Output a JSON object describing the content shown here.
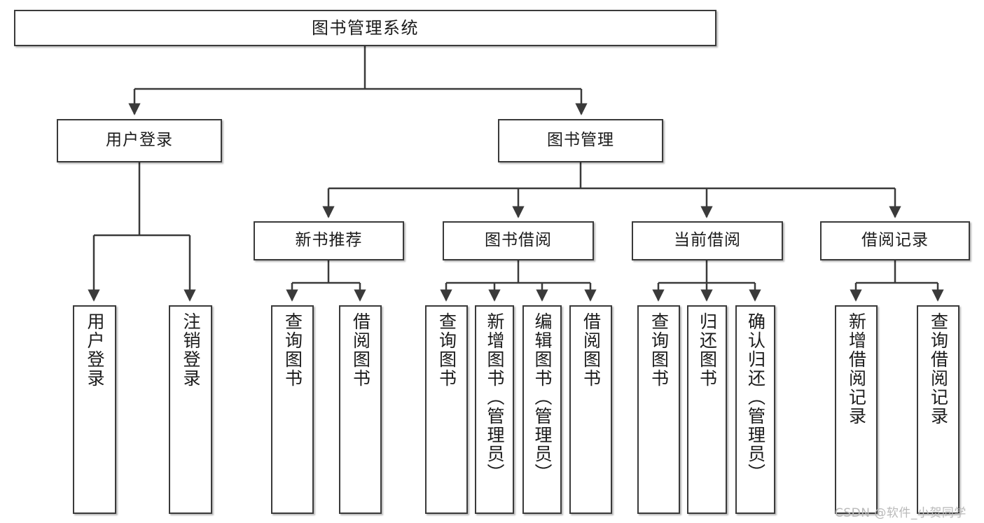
{
  "diagram": {
    "title": "图书管理系统",
    "type": "function-structure-tree",
    "watermark": "CSDN @软件_小贺同学",
    "colors": {
      "box_border": "#3a3a3a",
      "box_fill": "#ffffff",
      "edge": "#3a3a3a",
      "text": "#1b1b1b",
      "watermark": "#b9b9b9",
      "background": "#ffffff"
    },
    "levels": {
      "root": "图书管理系统",
      "level2": [
        "用户登录",
        "图书管理"
      ],
      "level3": [
        "新书推荐",
        "图书借阅",
        "当前借阅",
        "借阅记录"
      ]
    },
    "nodes": {
      "root": {
        "label": "图书管理系统"
      },
      "user_login": {
        "label": "用户登录"
      },
      "book_manage": {
        "label": "图书管理"
      },
      "new_book_rec": {
        "label": "新书推荐"
      },
      "book_borrow": {
        "label": "图书借阅"
      },
      "current_borrow": {
        "label": "当前借阅"
      },
      "borrow_record": {
        "label": "借阅记录"
      },
      "leaf_user_login": {
        "label": "用户登录"
      },
      "leaf_logout": {
        "label": "注销登录"
      },
      "leaf_query_book_1": {
        "label": "查询图书"
      },
      "leaf_borrow_book_1": {
        "label": "借阅图书"
      },
      "leaf_query_book_2": {
        "label": "查询图书"
      },
      "leaf_add_book": {
        "label": "新增图书（管理员）"
      },
      "leaf_edit_book": {
        "label": "编辑图书（管理员）"
      },
      "leaf_borrow_book_2": {
        "label": "借阅图书"
      },
      "leaf_query_book_3": {
        "label": "查询图书"
      },
      "leaf_return_book": {
        "label": "归还图书"
      },
      "leaf_confirm_return": {
        "label": "确认归还（管理员）"
      },
      "leaf_add_record": {
        "label": "新增借阅记录"
      },
      "leaf_query_record": {
        "label": "查询借阅记录"
      }
    },
    "edges": [
      {
        "from": "图书管理系统",
        "to": "用户登录"
      },
      {
        "from": "图书管理系统",
        "to": "图书管理"
      },
      {
        "from": "用户登录",
        "to": "用户登录"
      },
      {
        "from": "用户登录",
        "to": "注销登录"
      },
      {
        "from": "图书管理",
        "to": "新书推荐"
      },
      {
        "from": "图书管理",
        "to": "图书借阅"
      },
      {
        "from": "图书管理",
        "to": "当前借阅"
      },
      {
        "from": "图书管理",
        "to": "借阅记录"
      },
      {
        "from": "新书推荐",
        "to": "查询图书"
      },
      {
        "from": "新书推荐",
        "to": "借阅图书"
      },
      {
        "from": "图书借阅",
        "to": "查询图书"
      },
      {
        "from": "图书借阅",
        "to": "新增图书（管理员）"
      },
      {
        "from": "图书借阅",
        "to": "编辑图书（管理员）"
      },
      {
        "from": "图书借阅",
        "to": "借阅图书"
      },
      {
        "from": "当前借阅",
        "to": "查询图书"
      },
      {
        "from": "当前借阅",
        "to": "归还图书"
      },
      {
        "from": "当前借阅",
        "to": "确认归还（管理员）"
      },
      {
        "from": "借阅记录",
        "to": "新增借阅记录"
      },
      {
        "from": "借阅记录",
        "to": "查询借阅记录"
      }
    ]
  }
}
